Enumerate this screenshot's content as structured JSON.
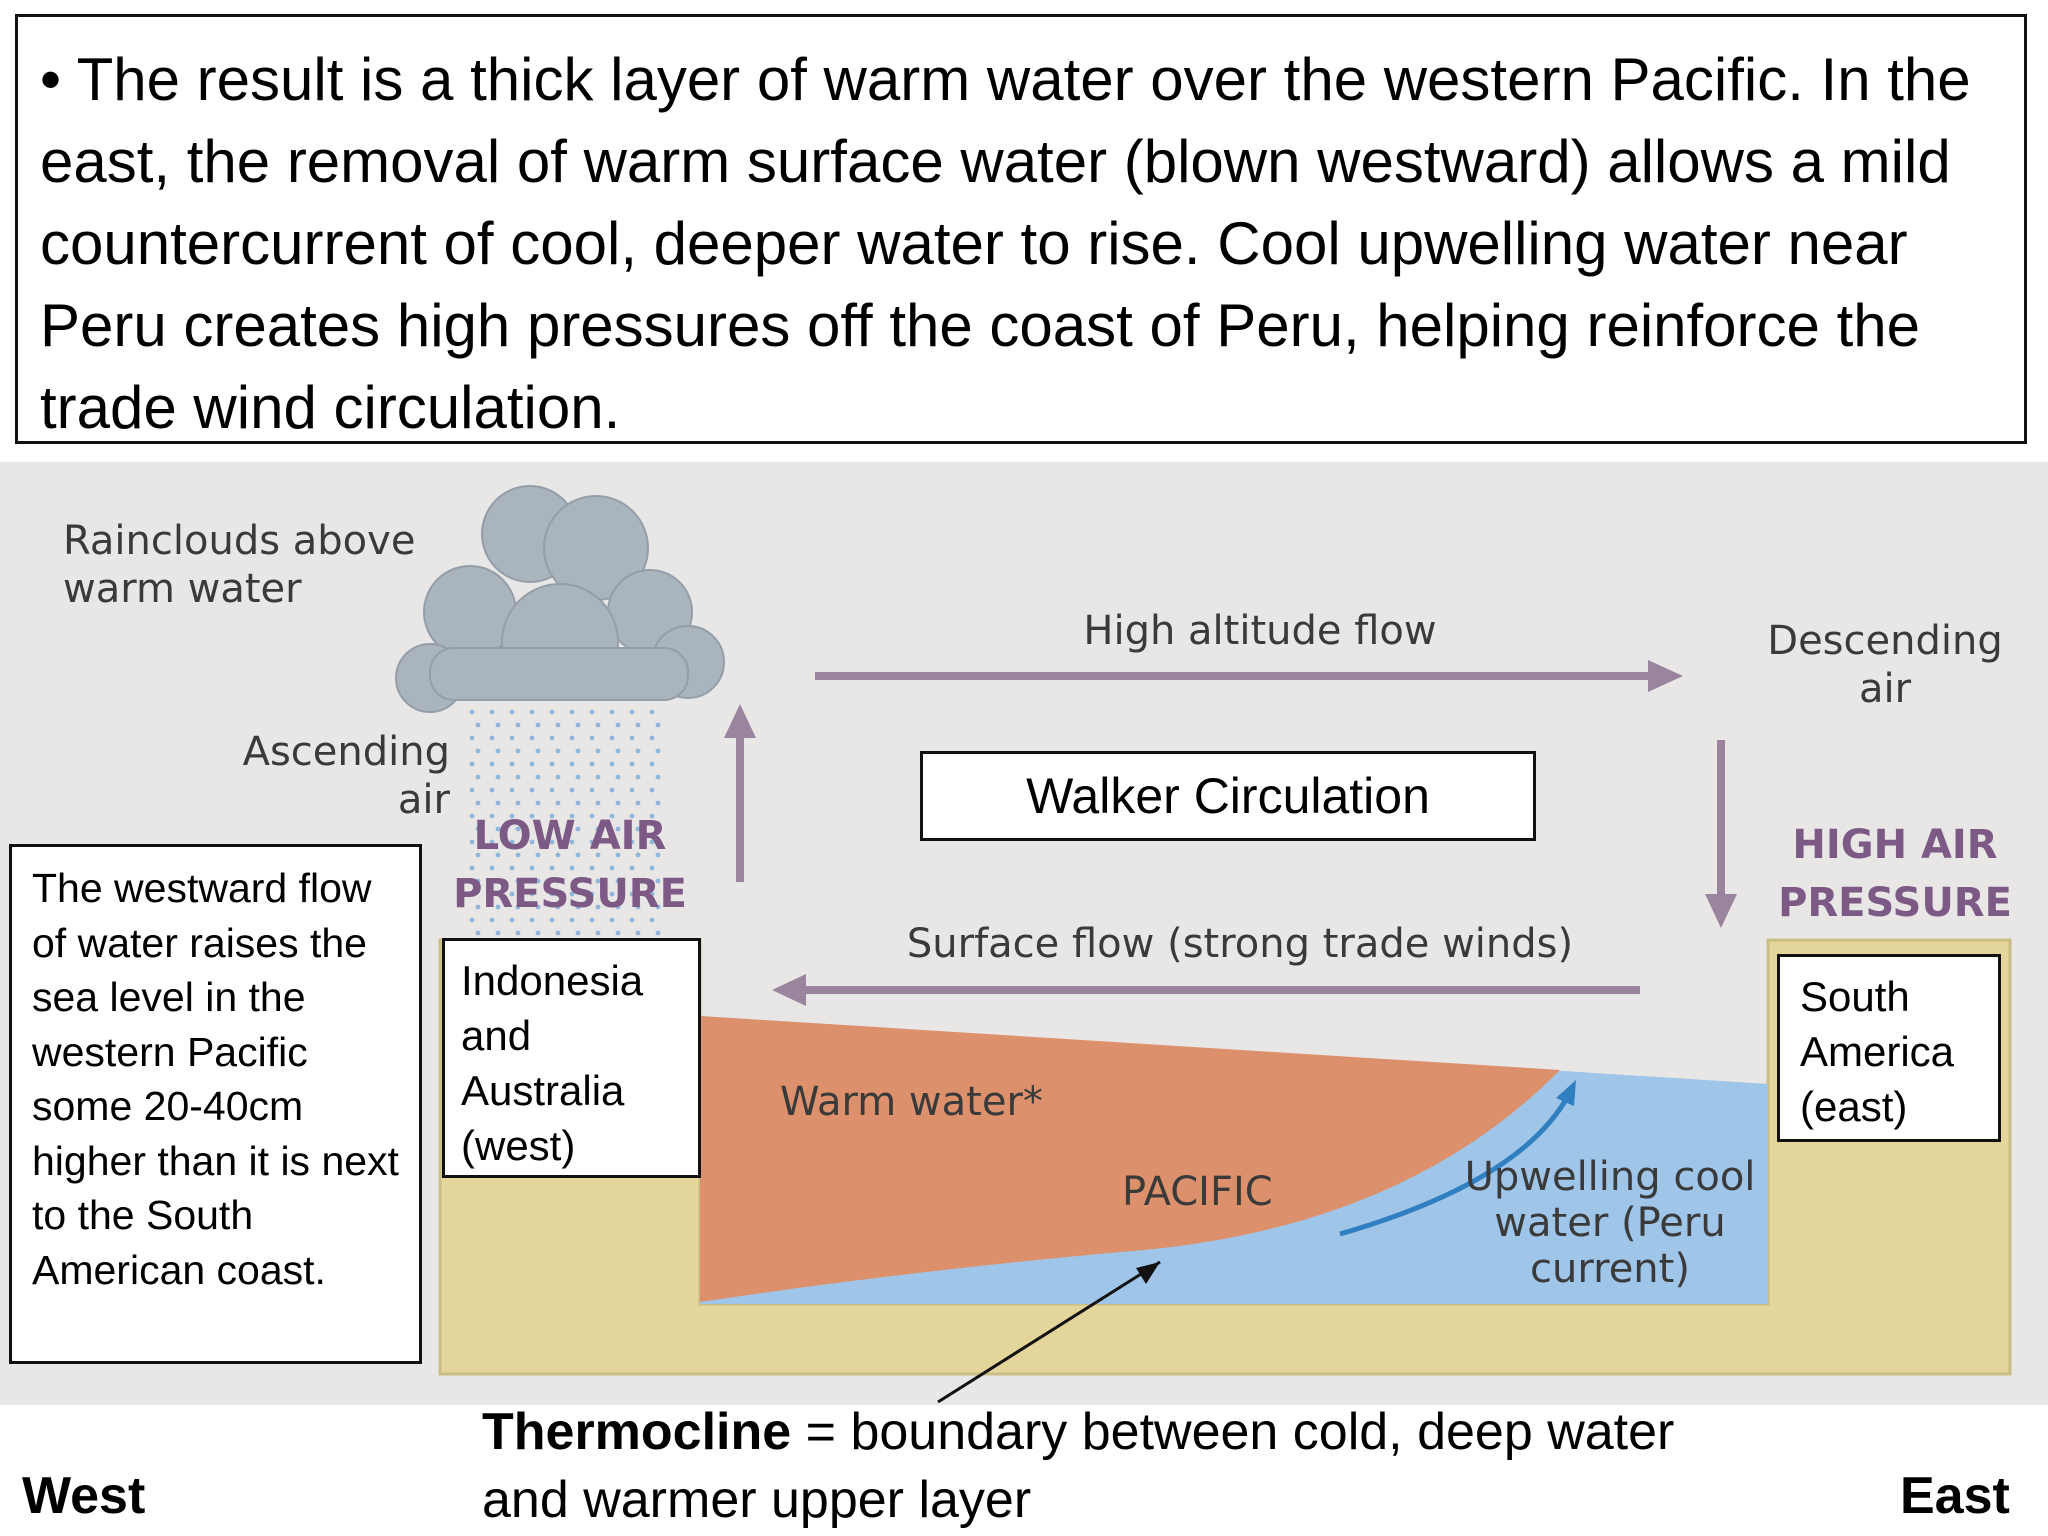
{
  "intro_text": "• The result is a thick layer of warm water over the western Pacific. In the east, the removal of warm surface water (blown westward) allows a mild countercurrent of cool, deeper water to rise. Cool upwelling water near Peru creates high pressures off the coast of Peru, helping reinforce the trade wind circulation.",
  "diagram": {
    "rainclouds_label": "Rainclouds above warm water",
    "ascending_air_label": "Ascending air",
    "low_pressure_label": "LOW AIR PRESSURE",
    "high_altitude_flow_label": "High altitude flow",
    "descending_air_label": "Descending air",
    "high_pressure_label": "HIGH AIR PRESSURE",
    "walker_title": "Walker Circulation",
    "surface_flow_label": "Surface flow (strong trade winds)",
    "warm_water_label": "Warm water*",
    "pacific_label": "PACIFIC",
    "upwelling_label": "Upwelling cool water (Peru current)",
    "west_land_label": "Indonesia and Australia (west)",
    "east_land_label": "South America (east)",
    "westward_note": "The westward flow of water raises the sea level in the western Pacific some 20-40cm higher than it is next to the South American coast.",
    "colors": {
      "panel": "#e9e7e6",
      "warm_water": "#dd906c",
      "cool_water": "#9fc5e8",
      "land": "#e4d59b",
      "arrow": "#9b849d",
      "cloud": "#a9b4bd"
    }
  },
  "footer": {
    "west": "West",
    "east": "East",
    "thermocline_term": "Thermocline",
    "thermocline_definition": " = boundary between cold, deep water and warmer upper layer"
  }
}
